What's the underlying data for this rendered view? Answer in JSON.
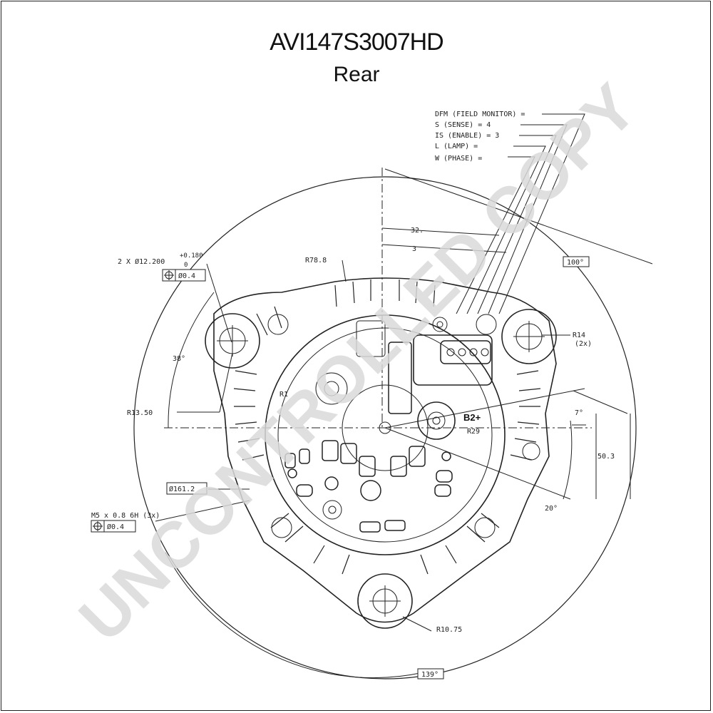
{
  "title": "AVI147S3007HD",
  "subtitle": "Rear",
  "watermark": "UNCONTROLLED COPY",
  "terminals": {
    "dfm": "DFM (FIELD MONITOR) =",
    "s": "S (SENSE) = 4",
    "is": "IS (ENABLE) = 3",
    "l": "L (LAMP)  =",
    "w": "W (PHASE) ="
  },
  "dimensions": {
    "dim_32": "32.",
    "dim_3": "3",
    "r78": "R78.8",
    "angle100": "100°",
    "hole_spec": "2 X Ø12.200",
    "tol_upper": "+0.180",
    "tol_lower": "0",
    "tol_pos1": "Ø0.4",
    "r14": "R14",
    "r14_count": "(2x)",
    "angle38": "38°",
    "r13": "R13.50",
    "angle7": "7°",
    "r29": "R29",
    "b2": "B2+",
    "dim503": "50.3",
    "d161": "Ø161.2",
    "thread": "M5 x 0.8 6H (3x)",
    "tol_pos2": "Ø0.4",
    "angle20": "20°",
    "r1075": "R10.75",
    "angle139": "139°",
    "r_partial": "R1"
  }
}
